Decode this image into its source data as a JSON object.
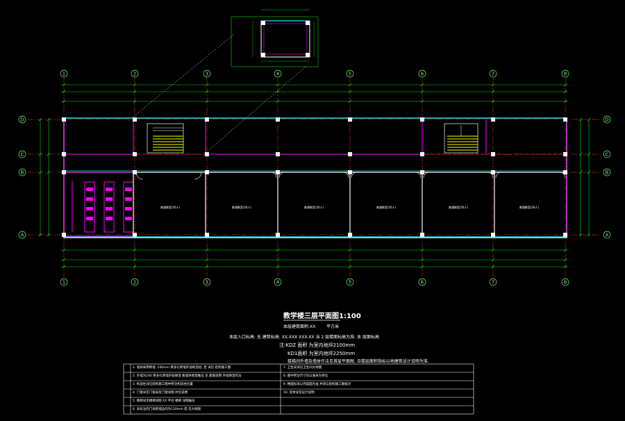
{
  "drawing": {
    "title": "教学楼三层平面图1:100",
    "subtitle_left": "本层建筑面积:XX",
    "subtitle_right": "平方米",
    "note_line1": "本层入口标高: 无 建筑标高: XX.XXX  XXX.XX    当 2 层楼面标高为准: 本 层面标高",
    "note_line2": "注:KDZ 面积 为室内地坪2100mm",
    "note_line3": "KD1面积 为室内地坪2250mm",
    "note_line4": "楼梯间外墙及墙体作法见首层平面图, 且楼层面积指标以地建筑设计说明为准.",
    "axis_columns": [
      "1",
      "2",
      "3",
      "4",
      "5",
      "6",
      "7",
      "8"
    ],
    "axis_rows": [
      "D",
      "C",
      "B",
      "A"
    ],
    "rooms": [
      "普通教室(56人)",
      "普通教室(56人)",
      "普通教室(56人)",
      "普通教室(56人)",
      "普通教室(56人)",
      "普通教室(56人)"
    ],
    "notes_table": {
      "left": [
        "1. 墙体采用砖墙.  240mm  厚多孔砖墙外加构造柱,  且 详见 结构施工图",
        "2. 外墙为240 厚多孔砖墙外贴保温 板墙体保温做法 见 建施说明 外墙保温作法",
        "3. 构造柱详见结构施工图中所注构造柱位置",
        "4. 门窗详见门窗表及门窗详图  并见说明",
        "5. 楼梯详见楼梯详图  XX 平台  楼梯  详图编号",
        "6. 未标注的门垛距墙边均为120mm  或 见大样图"
      ],
      "right": [
        "7. 卫生间详见卫生间大样图",
        "8. 图中所注尺寸均以毫米为单位",
        "9. 楼面标高以完成面为准 并须与结构施工图核对",
        "10. 其余详见设计说明"
      ]
    },
    "colors": {
      "background": "#000000",
      "axis_line": "#ff3333",
      "dimension": "#00dd00",
      "wall": "#ffffff",
      "partition": "#ff00ff",
      "window": "#00e5ff",
      "stair": "#ffff00"
    }
  }
}
